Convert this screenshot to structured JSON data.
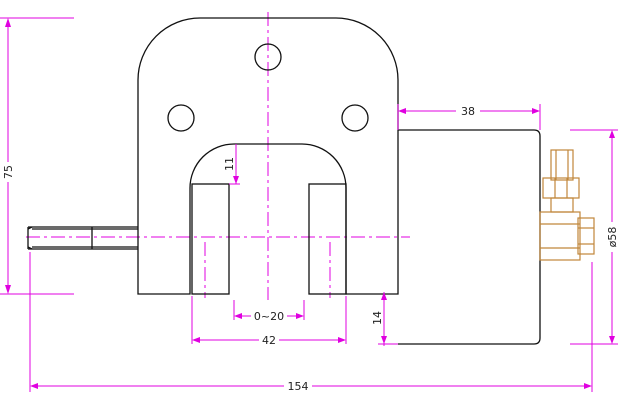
{
  "colors": {
    "outline": "#111111",
    "dimension": "#e000e0",
    "centerline": "#e000e0",
    "connector": "#c0863a",
    "text": "#222222"
  },
  "dimensions": {
    "height_left": "75",
    "slot_depth": "11",
    "body_length": "38",
    "adjust_range": "0~20",
    "slot_width": "42",
    "base_offset": "14",
    "overall_length": "154",
    "diameter": "ø58"
  }
}
